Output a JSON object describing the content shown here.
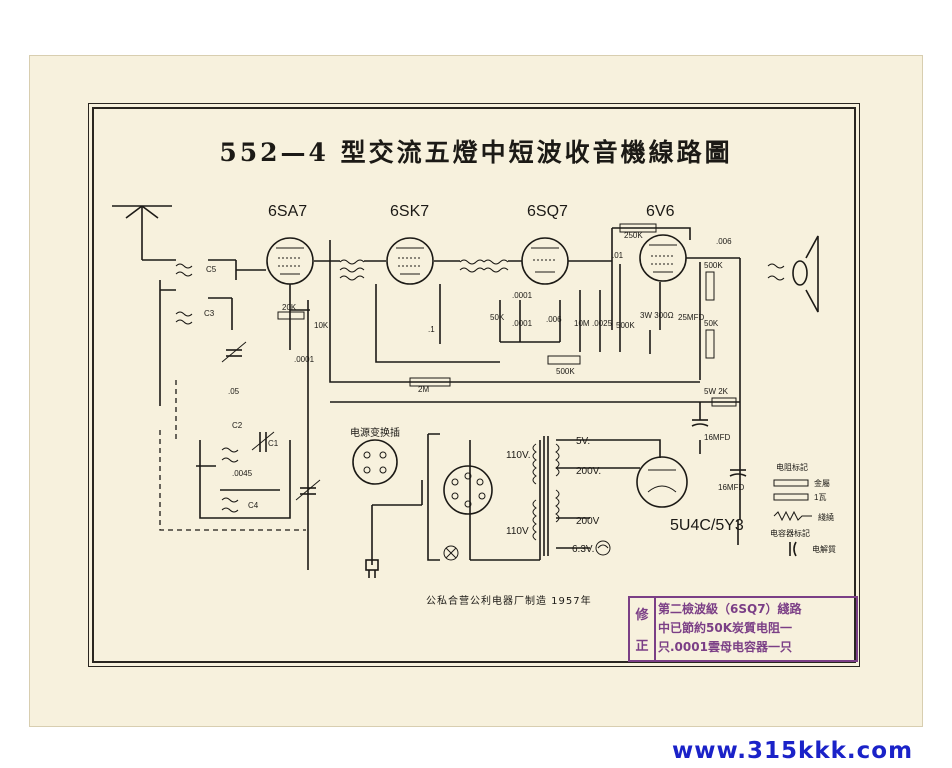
{
  "title": "552—4 型交流五燈中短波收音機線路圖",
  "tubes": [
    "6SA7",
    "6SK7",
    "6SQ7",
    "6V6",
    "5U4C/5Y3"
  ],
  "component_labels": [
    "250K",
    ".01",
    "20K",
    "10K",
    ".0001",
    ".0001",
    ".0001",
    "50K",
    ".006",
    "10M",
    ".0025",
    "500K",
    "3W 300Ω",
    "25MFD",
    "500K",
    "50K",
    ".006",
    "5W 2K",
    "16MFD",
    "16MFD",
    "2M",
    "500K",
    ".05",
    "C2",
    "C1",
    ".0045",
    "C4",
    "C3",
    "C5",
    ".1"
  ],
  "power_labels": [
    "5V.",
    "110V.",
    "200V.",
    "110V",
    "200V",
    "6.3V."
  ],
  "switch_label": "电源变换插",
  "legend": {
    "title": "电阻标記",
    "items": [
      "金屬",
      "1瓦",
      "綫繞"
    ],
    "cap_title": "电容器标記",
    "cap_item": "电解質"
  },
  "maker": "公私合营公利电器厂制造 1957年",
  "stamp": {
    "side": [
      "修",
      "正"
    ],
    "lines": [
      "第二檢波級（6SQ7）綫路",
      "中已節約50K炭質电阻一",
      "只.0001雲母电容器一只"
    ]
  },
  "watermark": "www.315kkk.com",
  "colors": {
    "paper": "#f7f1dd",
    "ink": "#1c1a16",
    "stamp": "#7b3f86",
    "watermark": "#1a22c8"
  }
}
